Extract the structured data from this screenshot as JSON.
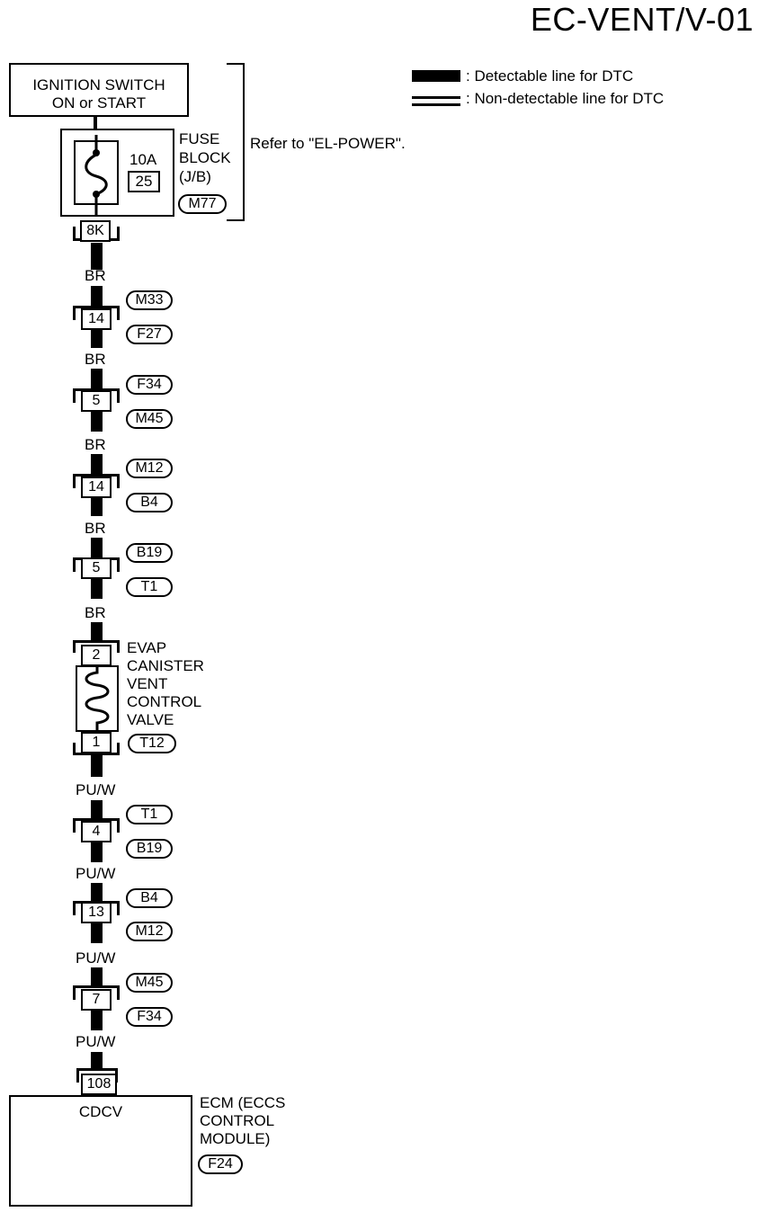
{
  "title": "EC-VENT/V-01",
  "legend": {
    "detectable": ": Detectable line for DTC",
    "non_detectable": ": Non-detectable line for DTC"
  },
  "ignition": {
    "line1": "IGNITION SWITCH",
    "line2": "ON or START"
  },
  "fuse": {
    "amp": "10A",
    "number": "25",
    "label_lines": [
      "FUSE",
      "BLOCK",
      "(J/B)"
    ],
    "code": "M77",
    "terminal": "8K",
    "refer": "Refer to \"EL-POWER\"."
  },
  "connectors": [
    {
      "pin": "14",
      "top": "M33",
      "bottom": "F27",
      "wire_above": "BR"
    },
    {
      "pin": "5",
      "top": "F34",
      "bottom": "M45",
      "wire_above": "BR"
    },
    {
      "pin": "14",
      "top": "M12",
      "bottom": "B4",
      "wire_above": "BR"
    },
    {
      "pin": "5",
      "top": "B19",
      "bottom": "T1",
      "wire_above": "BR"
    }
  ],
  "valve": {
    "wire_above": "BR",
    "pin_top": "2",
    "pin_bottom": "1",
    "code": "T12",
    "label_lines": [
      "EVAP",
      "CANISTER",
      "VENT",
      "CONTROL",
      "VALVE"
    ]
  },
  "connectors2": [
    {
      "pin": "4",
      "top": "T1",
      "bottom": "B19",
      "wire_above": "PU/W"
    },
    {
      "pin": "13",
      "top": "B4",
      "bottom": "M12",
      "wire_above": "PU/W"
    },
    {
      "pin": "7",
      "top": "M45",
      "bottom": "F34",
      "wire_above": "PU/W"
    }
  ],
  "ecm": {
    "wire_above": "PU/W",
    "terminal": "108",
    "signal": "CDCV",
    "label_lines": [
      "ECM (ECCS",
      "CONTROL",
      "MODULE)"
    ],
    "code": "F24"
  }
}
